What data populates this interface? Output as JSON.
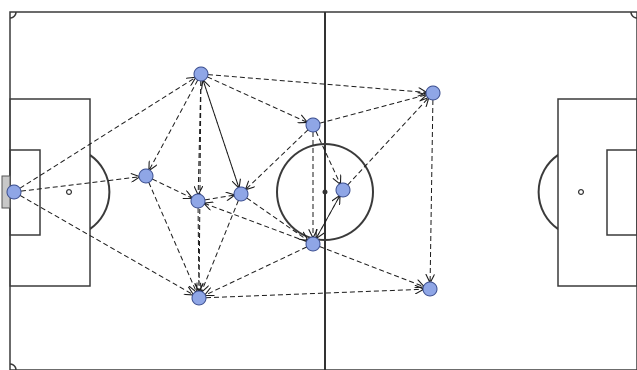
{
  "pitch": {
    "line_color": "#3a3a3a",
    "background_color": "#ffffff",
    "goal_color": "#c8c8c8"
  },
  "players": {
    "color": "#8fa6e6",
    "outline_color": "#3c4f8f",
    "count": 11
  },
  "passes": {
    "style": "dashed",
    "color": "#1a1a1a",
    "count": 28
  }
}
